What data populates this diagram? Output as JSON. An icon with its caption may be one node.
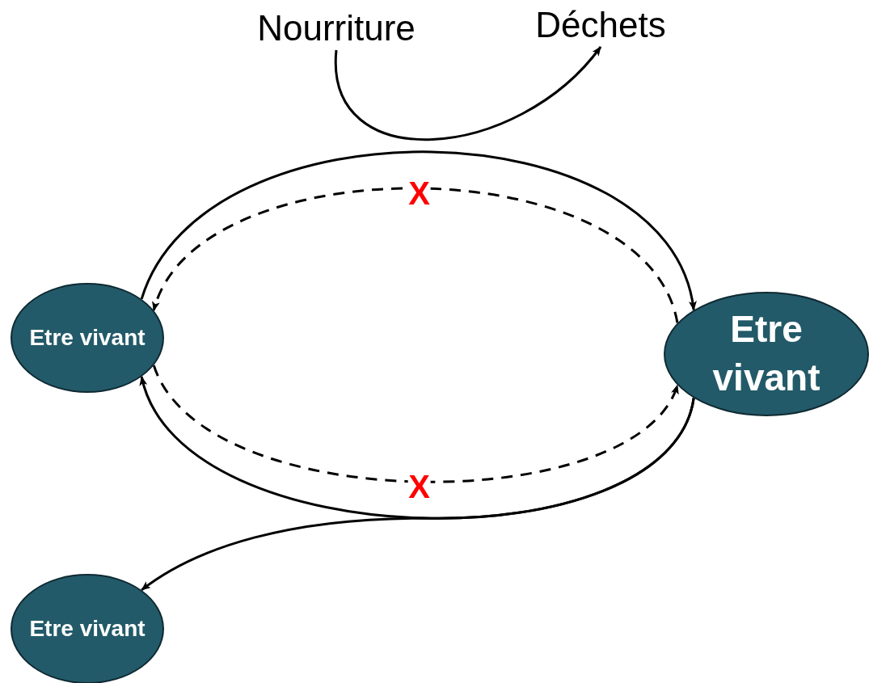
{
  "diagram": {
    "nodes": [
      {
        "text": [
          "Nourriture"
        ]
      },
      {
        "text": [
          "Déchets"
        ]
      },
      {
        "text": [
          "Etre vivant"
        ]
      },
      {
        "text": [
          "Etre vivant"
        ]
      },
      {
        "text": [
          "Etre vivant"
        ]
      }
    ],
    "edges": [
      {
        "from": 0,
        "to": 1,
        "arrow": "to"
      },
      {
        "from": 2,
        "to": 3,
        "arrow": "to"
      },
      {
        "from": 3,
        "to": 2,
        "arrow": "to",
        "style": "dashed",
        "label": "X"
      },
      {
        "from": 2,
        "to": 3,
        "arrow": "to",
        "style": "dashed",
        "label": "X"
      },
      {
        "from": 3,
        "to": 2,
        "arrow": "to"
      },
      {
        "from": 3,
        "to": 4,
        "arrow": "to"
      }
    ]
  }
}
